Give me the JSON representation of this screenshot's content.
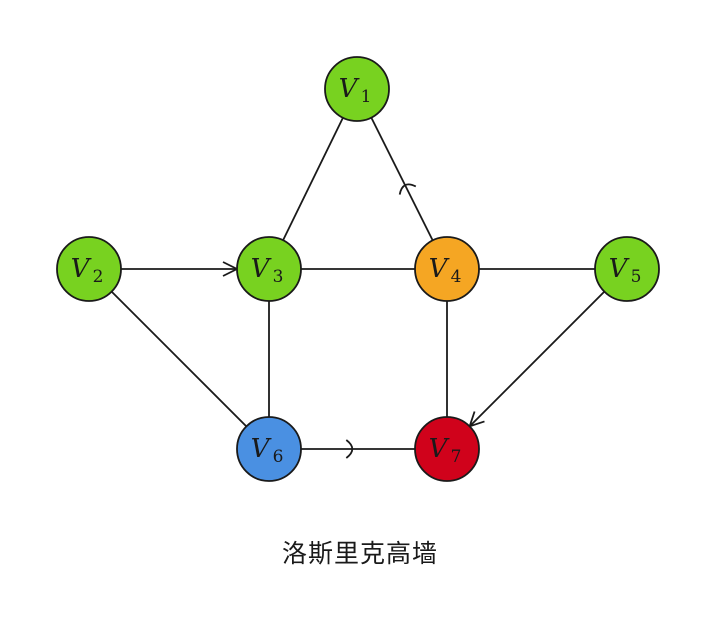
{
  "diagram": {
    "caption": "洛斯里克高墙",
    "nodes": [
      {
        "id": "V1",
        "letter": "V",
        "sub": "1",
        "color": "#78d220"
      },
      {
        "id": "V2",
        "letter": "V",
        "sub": "2",
        "color": "#78d220"
      },
      {
        "id": "V3",
        "letter": "V",
        "sub": "3",
        "color": "#78d220"
      },
      {
        "id": "V4",
        "letter": "V",
        "sub": "4",
        "color": "#f5a623"
      },
      {
        "id": "V5",
        "letter": "V",
        "sub": "5",
        "color": "#78d220"
      },
      {
        "id": "V6",
        "letter": "V",
        "sub": "6",
        "color": "#4a90e2"
      },
      {
        "id": "V7",
        "letter": "V",
        "sub": "7",
        "color": "#d0021b"
      }
    ],
    "edges": [
      {
        "from": "V1",
        "to": "V3",
        "marker": "none"
      },
      {
        "from": "V1",
        "to": "V4",
        "marker": "one-way-gate"
      },
      {
        "from": "V2",
        "to": "V3",
        "marker": "arrow"
      },
      {
        "from": "V2",
        "to": "V6",
        "marker": "none"
      },
      {
        "from": "V3",
        "to": "V4",
        "marker": "none"
      },
      {
        "from": "V3",
        "to": "V6",
        "marker": "none"
      },
      {
        "from": "V4",
        "to": "V5",
        "marker": "none"
      },
      {
        "from": "V4",
        "to": "V7",
        "marker": "none"
      },
      {
        "from": "V5",
        "to": "V7",
        "marker": "arrow"
      },
      {
        "from": "V7",
        "to": "V6",
        "marker": "one-way-gate"
      }
    ]
  }
}
